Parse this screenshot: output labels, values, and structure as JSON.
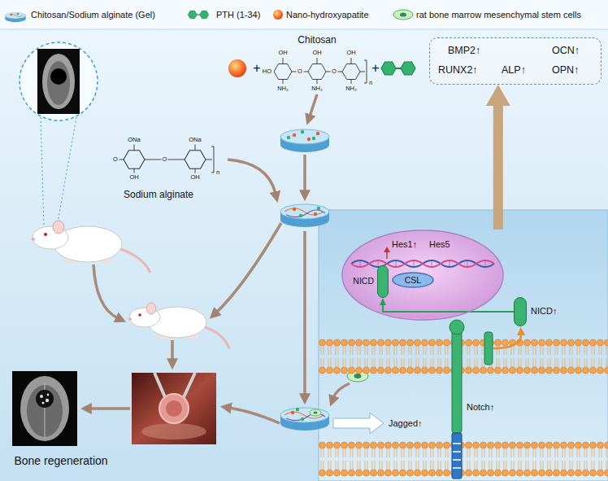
{
  "diagram": {
    "nodes": [
      {
        "text": [
          "BMP2↑",
          "OCN↑",
          "RUNX2↑",
          "ALP↑",
          "OPN↑"
        ]
      },
      {
        "text": [
          "Hes1↑",
          "Hes5"
        ]
      },
      {
        "text": [
          "NICD"
        ],
        "in": 1
      },
      {
        "text": [
          "CSL"
        ],
        "in": 1
      },
      {
        "text": [
          "NICD↑"
        ]
      }
    ],
    "edges": [
      {
        "from": 4,
        "to": 2,
        "arrow": "to"
      },
      {
        "from": 1,
        "to": 0,
        "arrow": "to"
      }
    ],
    "labels": [
      "Chitosan",
      "+",
      "+",
      "OH",
      "OH",
      "OH",
      "HO",
      "O",
      "O",
      "n",
      "NH₂",
      "NH₂",
      "NH₂",
      "ONa",
      "ONa",
      "O",
      "O",
      "n",
      "OH",
      "OH",
      "Sodium alginate",
      "Notch↑",
      "Jagged↑",
      "Bone regeneration"
    ],
    "legend": [
      {
        "text": "Chitosan/Sodium alginate (Gel)"
      },
      {
        "text": "PTH (1-34)"
      },
      {
        "text": "Nano-hydroxyapatite"
      },
      {
        "text": "rat bone marrow mesenchymal stem cells"
      }
    ]
  }
}
